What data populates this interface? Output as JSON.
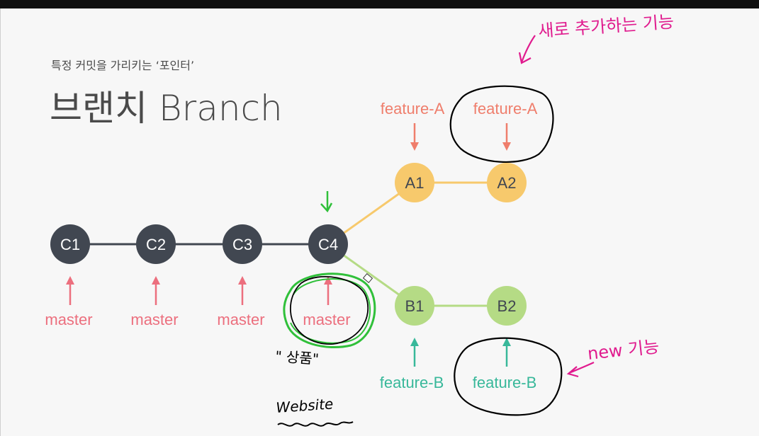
{
  "slide": {
    "subtitle": "특정 커밋을 가리키는 ‘포인터’",
    "title": "브랜치 Branch"
  },
  "commits": {
    "c1": "C1",
    "c2": "C2",
    "c3": "C3",
    "c4": "C4",
    "a1": "A1",
    "a2": "A2",
    "b1": "B1",
    "b2": "B2"
  },
  "pointers": {
    "master": "master",
    "feature_a": "feature-A",
    "feature_b": "feature-B"
  },
  "handwriting": {
    "top_note": "새로 추가하는 기능",
    "right_note": "new 기능",
    "quote_note": "\" 상품\"",
    "bottom_note": "Website"
  },
  "colors": {
    "commit_dark": "#414751",
    "branch_a": "#f7c96c",
    "branch_b": "#b5db85",
    "master_pointer": "#ec6f7e",
    "feature_a_pointer": "#ef7e6c",
    "feature_b_pointer": "#38b89a",
    "ink_magenta": "#e01b8e",
    "ink_green": "#30c03a",
    "ink_black": "#000000"
  }
}
